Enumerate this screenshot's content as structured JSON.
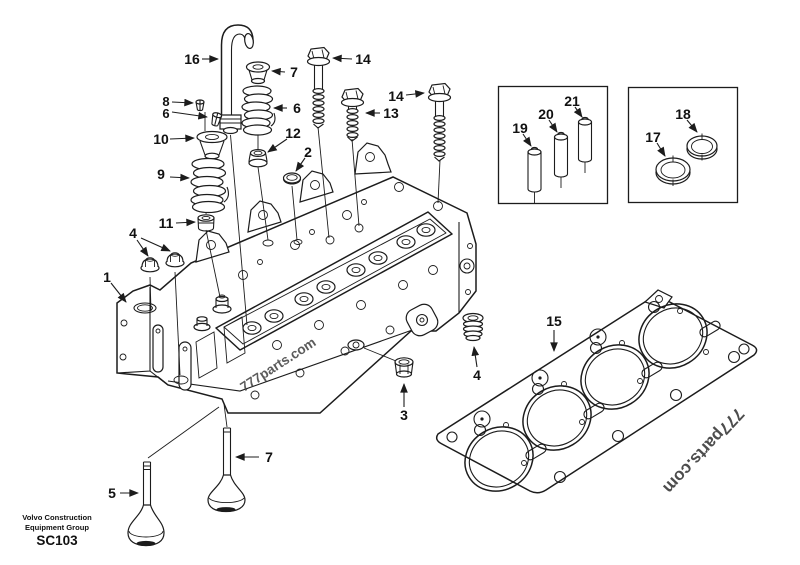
{
  "canvas": {
    "background": "#ffffff",
    "line_color": "#1c1c1c",
    "watermark_color": "#4a4a4a"
  },
  "footer": {
    "line1": "Volvo Construction",
    "line2": "Equipment Group",
    "code": "SC103"
  },
  "watermarks": {
    "head": "777parts.com",
    "gasket": "777parts.com"
  },
  "callouts": {
    "c16": "16",
    "c7_top": "7",
    "c14_left": "14",
    "c8": "8",
    "c6_keeper": "6",
    "c6_spring": "6",
    "c14_right": "14",
    "c13": "13",
    "c10": "10",
    "c12": "12",
    "c2": "2",
    "c9": "9",
    "c11": "11",
    "c4_nuts": "4",
    "c1": "1",
    "c3": "3",
    "c4_plug": "4",
    "c15": "15",
    "c5": "5",
    "c7_bottom": "7",
    "c19": "19",
    "c20": "20",
    "c21": "21",
    "c17": "17",
    "c18": "18"
  }
}
